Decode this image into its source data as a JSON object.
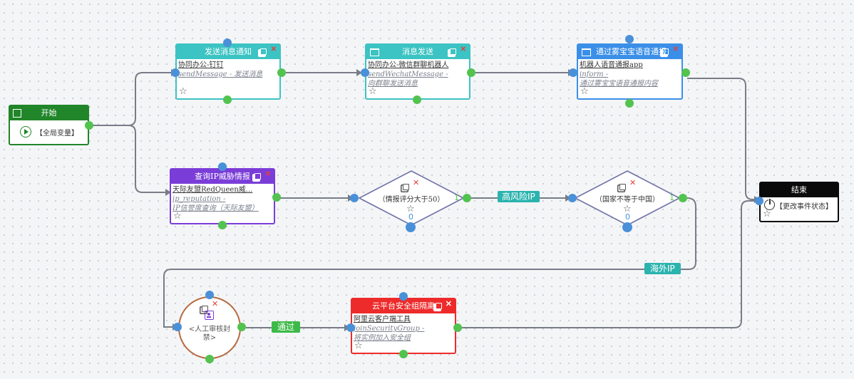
{
  "nodes": {
    "start": {
      "title": "开始",
      "body": "【全局变量】"
    },
    "send_notify": {
      "title": "发送消息通知",
      "line1": "协同办公-钉钉",
      "line2": "sendMessage - 发送消息"
    },
    "msg_send": {
      "title": "消息发送",
      "line1": "协同办公-微信群聊机器人",
      "line2": "sendWechatMessage -",
      "line3": "向群聊发送消息"
    },
    "voice": {
      "title": "通过雾宝宝语音通报",
      "line1": "机器人语音通报app",
      "line2": "inform -",
      "line3": "通过雾宝宝语音通报内容"
    },
    "ip_query": {
      "title": "查询IP威胁情报",
      "line1": "天际友盟RedQueen威...",
      "line2": "ip_reputation -",
      "line3": "IP信誉度查询（天际友盟）"
    },
    "gw_score": {
      "text": "（情报评分大于50）",
      "out_label": "1",
      "bottom_label": "0"
    },
    "gw_country": {
      "text": "（国家不等于中国）",
      "out_label": "1",
      "bottom_label": "0"
    },
    "end": {
      "title": "结束",
      "body": "【更改事件状态】"
    },
    "manual": {
      "text": "<人工审核封禁>"
    },
    "cloud": {
      "title": "云平台安全组隔离",
      "line1": "阿里云客户端工具",
      "line2": "joinSecurityGroup -",
      "line3": "将实例加入安全组"
    }
  },
  "edge_labels": {
    "high_risk": "高风险IP",
    "overseas": "海外IP",
    "pass": "通过"
  },
  "icons": {
    "copy": "copy-icon",
    "delete": "delete-x-icon",
    "star": "star-icon",
    "play": "play-circle-icon",
    "power": "power-icon",
    "window": "window-icon",
    "user": "user-card-icon"
  },
  "colors": {
    "teal": "#3cc3c3",
    "blue": "#3b8fe8",
    "purple": "#7a3dd8",
    "green": "#21862a",
    "red": "#ee2b2b",
    "black": "#0a0a0a",
    "brown": "#b66a3f",
    "in_port": "#4a90d9",
    "out_port": "#52c34f",
    "label_teal": "#2bb3ae",
    "label_green": "#3cba47"
  }
}
